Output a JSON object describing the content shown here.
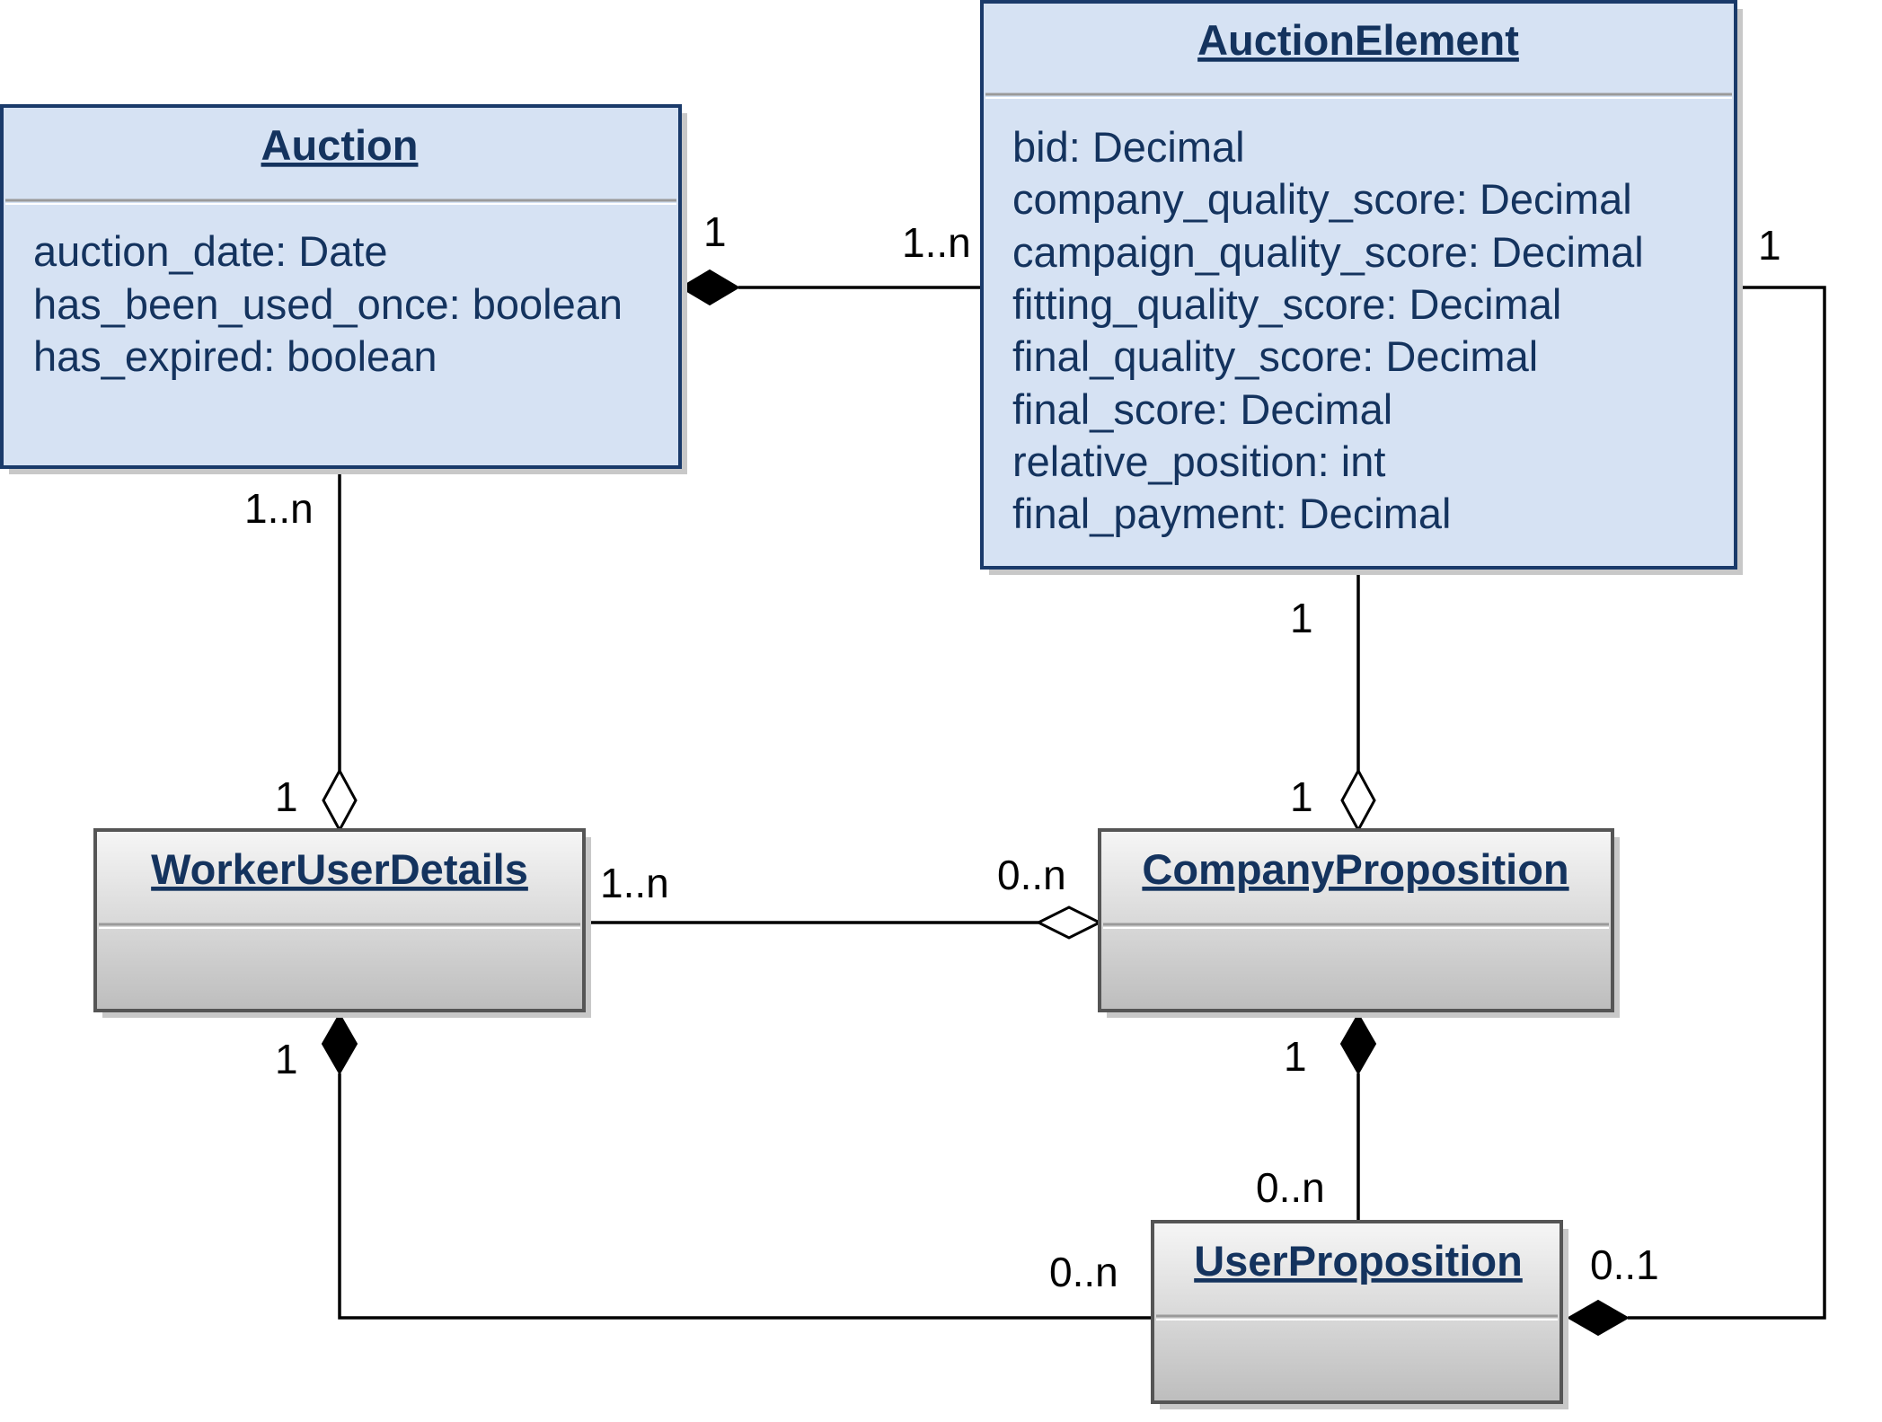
{
  "colors": {
    "blue_fill": "#d6e2f3",
    "blue_border": "#1a3a6a",
    "text_blue": "#14335e",
    "gray_border": "#555555",
    "shadow": "#c8c8c8"
  },
  "classes": {
    "auction": {
      "name": "Auction",
      "attributes": [
        "auction_date: Date",
        "has_been_used_once: boolean",
        "has_expired: boolean"
      ]
    },
    "auction_element": {
      "name": "AuctionElement",
      "attributes": [
        "bid: Decimal",
        "company_quality_score: Decimal",
        "campaign_quality_score: Decimal",
        "fitting_quality_score: Decimal",
        "final_quality_score: Decimal",
        "final_score: Decimal",
        "relative_position: int",
        "final_payment: Decimal"
      ]
    },
    "worker_user_details": {
      "name": "WorkerUserDetails",
      "attributes": []
    },
    "company_proposition": {
      "name": "CompanyProposition",
      "attributes": []
    },
    "user_proposition": {
      "name": "UserProposition",
      "attributes": []
    }
  },
  "associations": {
    "auction_auction_element": {
      "kind": "composition",
      "from": "Auction",
      "to": "AuctionElement",
      "mult_from": "1",
      "mult_to": "1..n"
    },
    "auction_worker": {
      "kind": "aggregation",
      "from": "Auction",
      "to": "WorkerUserDetails",
      "mult_from": "1..n",
      "mult_to": "1"
    },
    "auction_element_company_prop": {
      "kind": "aggregation",
      "from": "AuctionElement",
      "to": "CompanyProposition",
      "mult_from": "1",
      "mult_to": "1"
    },
    "worker_company_prop": {
      "kind": "aggregation",
      "from": "WorkerUserDetails",
      "to": "CompanyProposition",
      "mult_from": "1..n",
      "mult_to": "0..n"
    },
    "company_prop_user_prop": {
      "kind": "composition",
      "from": "CompanyProposition",
      "to": "UserProposition",
      "mult_from": "1",
      "mult_to": "0..n"
    },
    "worker_user_prop": {
      "kind": "composition",
      "from": "WorkerUserDetails",
      "to": "UserProposition",
      "mult_from": "1",
      "mult_to": "0..n"
    },
    "auction_element_user_prop": {
      "kind": "composition",
      "from": "AuctionElement",
      "to": "UserProposition",
      "mult_from": "1",
      "mult_to": "0..1"
    }
  }
}
